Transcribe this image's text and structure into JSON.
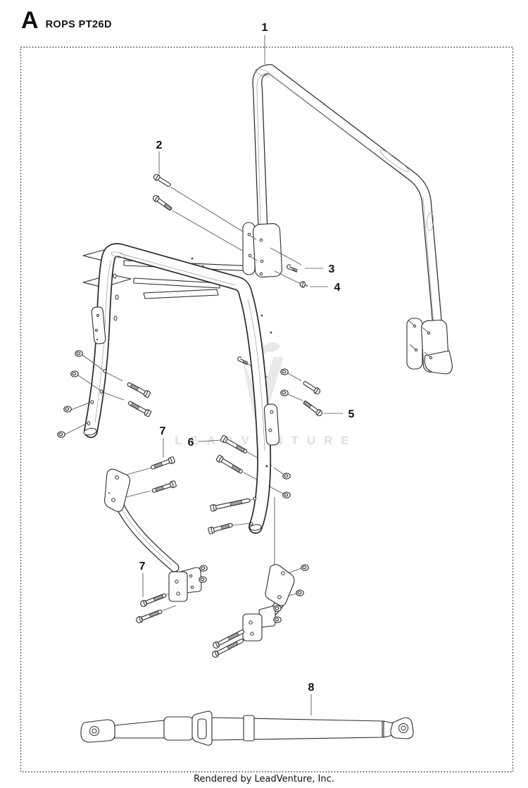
{
  "page": {
    "background": "#ffffff",
    "line_color": "#2d2d2d",
    "border_color": "#2a2a2a"
  },
  "header": {
    "section_letter": "A",
    "title": "ROPS PT26D"
  },
  "callouts": [
    {
      "id": "1",
      "label": "1"
    },
    {
      "id": "2",
      "label": "2"
    },
    {
      "id": "3",
      "label": "3"
    },
    {
      "id": "4",
      "label": "4"
    },
    {
      "id": "5",
      "label": "5"
    },
    {
      "id": "6",
      "label": "6"
    },
    {
      "id": "7a",
      "label": "7"
    },
    {
      "id": "7b",
      "label": "7"
    },
    {
      "id": "8",
      "label": "8"
    }
  ],
  "watermark": {
    "text": "LEADVENTURE",
    "color": "#dedede",
    "logo_color": "#e9e9e9"
  },
  "footer": {
    "text": "Rendered by LeadVenture, Inc."
  }
}
